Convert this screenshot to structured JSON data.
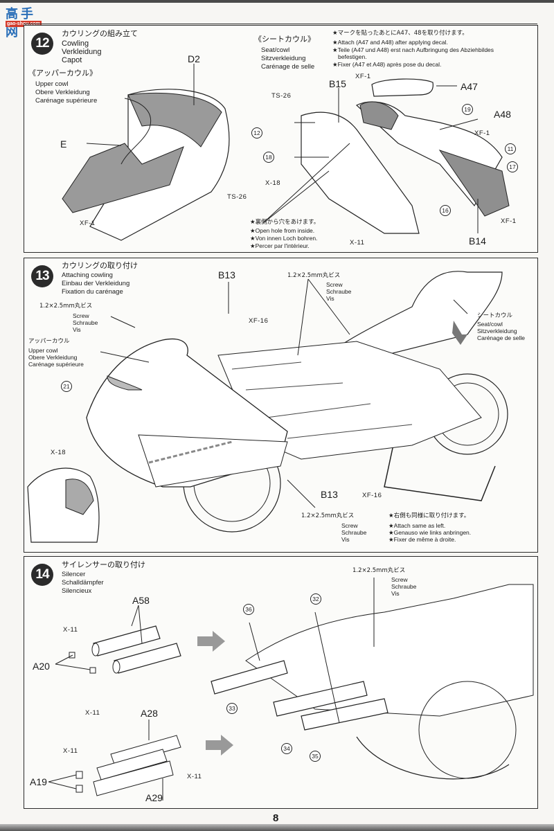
{
  "watermark": {
    "cn": "高手网",
    "url": "gao-shou.com"
  },
  "page_number": "8",
  "steps": [
    {
      "number": "12",
      "title_jp": "カウリングの組み立て",
      "title_en": "Cowling",
      "title_de": "Verkleidung",
      "title_fr": "Capot",
      "upper_cowl": {
        "jp": "《アッパーカウル》",
        "en": "Upper cowl",
        "de": "Obere Verkleidung",
        "fr": "Carénage supérieure"
      },
      "seat_cowl": {
        "jp": "《シートカウル》",
        "en": "Seat/cowl",
        "de": "Sitzverkleidung",
        "fr": "Carénage de selle"
      },
      "notes_decal": [
        "★マークを貼ったあとにA47、48を取り付けます。",
        "★Attach (A47 and A48) after applying decal.",
        "★Teile (A47 und A48) erst nach Aufbringung des Abziehbildes",
        "befestigen.",
        "★Fixer (A47 et A48) après pose du decal."
      ],
      "notes_hole": [
        "★裏側から穴をあけます。",
        "★Open hole from inside.",
        "★Von innen Loch bohren.",
        "★Percer par l'intérieur."
      ],
      "part_labels": [
        "D2",
        "E",
        "B15",
        "A47",
        "A48",
        "B14"
      ],
      "paint_codes": [
        "XF-1",
        "TS-26",
        "TS-26",
        "XF-1",
        "XF-1",
        "X-18",
        "XF-1",
        "X-11"
      ],
      "decal_numbers": [
        "12",
        "18",
        "19",
        "11",
        "17",
        "16"
      ]
    },
    {
      "number": "13",
      "title_jp": "カウリングの取り付け",
      "title_en": "Attaching cowling",
      "title_de": "Einbau der Verkleidung",
      "title_fr": "Fixation du carénage",
      "screw": {
        "jp": "1.2×2.5mm丸ビス",
        "en": "Screw",
        "de": "Schraube",
        "fr": "Vis"
      },
      "upper_cowl": {
        "jp": "アッパーカウル",
        "en": "Upper cowl",
        "de": "Obere Verkleidung",
        "fr": "Carénage supérieure"
      },
      "seat_cowl": {
        "jp": "シートカウル",
        "en": "Seat/cowl",
        "de": "Sitzverkleidung",
        "fr": "Carénage de selle"
      },
      "notes_same": [
        "★右側も同様に取り付けます。",
        "★Attach same as left.",
        "★Genauso wie links anbringen.",
        "★Fixer de même à droite."
      ],
      "part_labels": [
        "B13",
        "B13"
      ],
      "paint_codes": [
        "XF-16",
        "XF-16",
        "X-18"
      ],
      "decal_numbers": [
        "21"
      ]
    },
    {
      "number": "14",
      "title_jp": "サイレンサーの取り付け",
      "title_en": "Silencer",
      "title_de": "Schalldämpfer",
      "title_fr": "Silencieux",
      "screw": {
        "jp": "1.2×2.5mm丸ビス",
        "en": "Screw",
        "de": "Schraube",
        "fr": "Vis"
      },
      "part_labels": [
        "A58",
        "A20",
        "A28",
        "A19",
        "A29"
      ],
      "paint_codes": [
        "X-11",
        "X-11",
        "X-11",
        "X-11"
      ],
      "decal_numbers": [
        "36",
        "32",
        "33",
        "34",
        "35"
      ]
    }
  ]
}
